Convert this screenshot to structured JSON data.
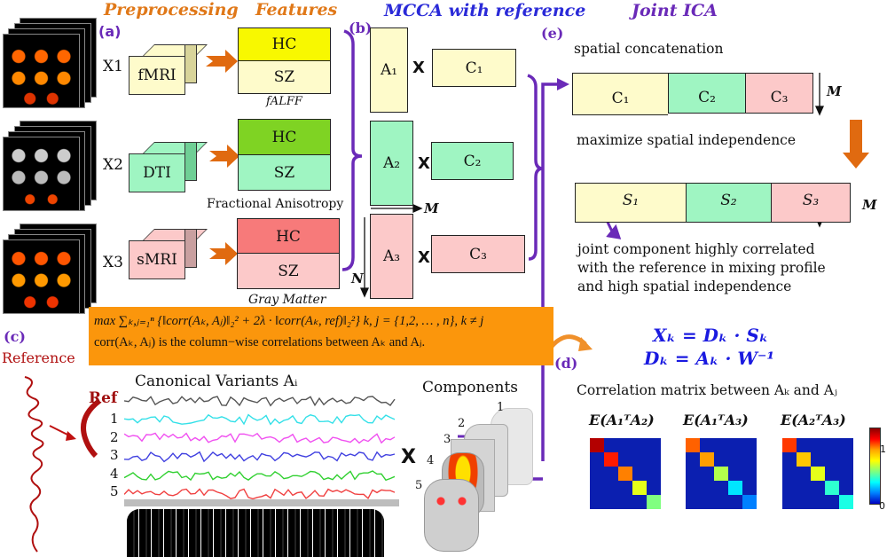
{
  "headers": {
    "preprocessing": "Preprocessing",
    "features": "Features",
    "mcca": "MCCA with reference",
    "joint_ica": "Joint ICA"
  },
  "panels": {
    "a": "(a)",
    "b": "(b)",
    "c": "(c)",
    "d": "(d)",
    "e": "(e)"
  },
  "modalities": [
    {
      "input": "X1",
      "name": "fMRI",
      "hc": "HC",
      "sz": "SZ",
      "feature": "fALFF",
      "colors": {
        "light": "#fefbcb",
        "dark": "#f8f800"
      }
    },
    {
      "input": "X2",
      "name": "DTI",
      "hc": "HC",
      "sz": "SZ",
      "feature": "Fractional Anisotropy",
      "colors": {
        "light": "#9ff5c2",
        "dark": "#7fd323"
      }
    },
    {
      "input": "X3",
      "name": "sMRI",
      "hc": "HC",
      "sz": "SZ",
      "feature": "Gray Matter",
      "colors": {
        "light": "#fcc9c9",
        "dark": "#f77a7a"
      }
    }
  ],
  "mcca": {
    "a_labels": [
      "A₁",
      "A₂",
      "A₃"
    ],
    "c_labels": [
      "C₁",
      "C₂",
      "C₃"
    ],
    "times": "X",
    "axis_m": "M",
    "axis_n": "N"
  },
  "formula": {
    "line1": "max ∑ₖ,ⱼ₌₁ⁿ {‖corr(Aₖ, Aⱼ)‖₂² + 2λ · ‖corr(Aₖ, ref)‖₂²} k, j = {1,2, … , n}, k ≠ j",
    "line2": "corr(Aₖ, Aⱼ) is the column−wise correlations between Aₖ and Aⱼ."
  },
  "joint_ica": {
    "concat_label": "spatial concatenation",
    "c_cells": [
      "C₁",
      "C₂",
      "C₃"
    ],
    "maximize_label": "maximize spatial independence",
    "s_cells": [
      "S₁",
      "S₂",
      "S₃"
    ],
    "axis_m": "M",
    "note": [
      "joint component highly correlated",
      "with the reference in mixing profile",
      "and high spatial independence"
    ],
    "eq1": "Xₖ = Dₖ · Sₖ",
    "eq2": "Dₖ = Aₖ · W⁻¹"
  },
  "reference": {
    "label": "Reference",
    "ref_label": "Ref"
  },
  "canonical": {
    "title": "Canonical Variants Aᵢ",
    "row_labels": [
      "1",
      "2",
      "3",
      "4",
      "5"
    ],
    "series_colors": [
      "#555555",
      "#33e0e8",
      "#f050f0",
      "#4040e0",
      "#30d030",
      "#f04040"
    ],
    "times": "X"
  },
  "components": {
    "title": "Components",
    "labels": [
      "1",
      "2",
      "3",
      "4",
      "5"
    ]
  },
  "correlation": {
    "title": "Correlation matrix between Aₖ and Aⱼ",
    "matrices": [
      {
        "label": "E(A₁ᵀA₂)",
        "diag": [
          0.95,
          0.85,
          0.75,
          0.6,
          0.5
        ]
      },
      {
        "label": "E(A₁ᵀA₃)",
        "diag": [
          0.78,
          0.72,
          0.55,
          0.35,
          0.25
        ]
      },
      {
        "label": "E(A₂ᵀA₃)",
        "diag": [
          0.82,
          0.68,
          0.6,
          0.42,
          0.4
        ]
      }
    ],
    "colorbar": {
      "max_label": "1",
      "min_label": "0"
    }
  }
}
